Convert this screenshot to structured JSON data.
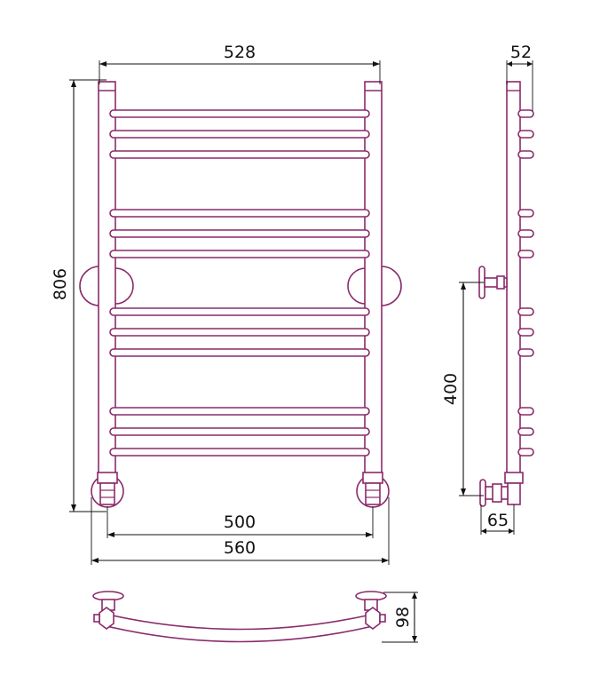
{
  "colors": {
    "outline": "#8a2a6a",
    "dimension": "#111111",
    "background": "#ffffff"
  },
  "front_view": {
    "bar_groups": 4,
    "bars_per_group": 3
  },
  "dimensions": {
    "top_width": "528",
    "overall_height": "806",
    "side_depth": "52",
    "connection_height": "400",
    "valve_offset": "65",
    "center_distance": "500",
    "overall_width": "560",
    "bottom_depth": "98"
  }
}
